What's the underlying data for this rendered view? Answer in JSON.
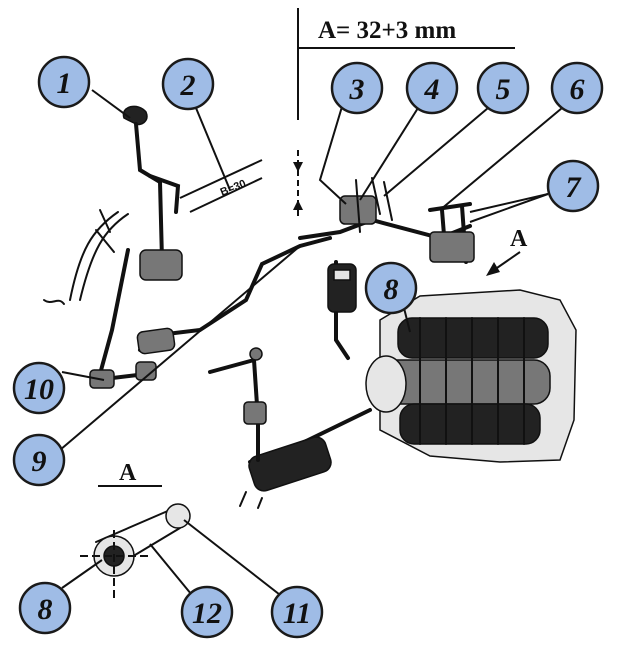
{
  "dimension_label": "A= 32+3 mm",
  "b_dimension_label": "B=30",
  "section_view_label": "A",
  "view_arrow_label": "A",
  "callouts": [
    "1",
    "2",
    "3",
    "4",
    "5",
    "6",
    "7",
    "8",
    "10",
    "9",
    "8",
    "12",
    "11"
  ]
}
